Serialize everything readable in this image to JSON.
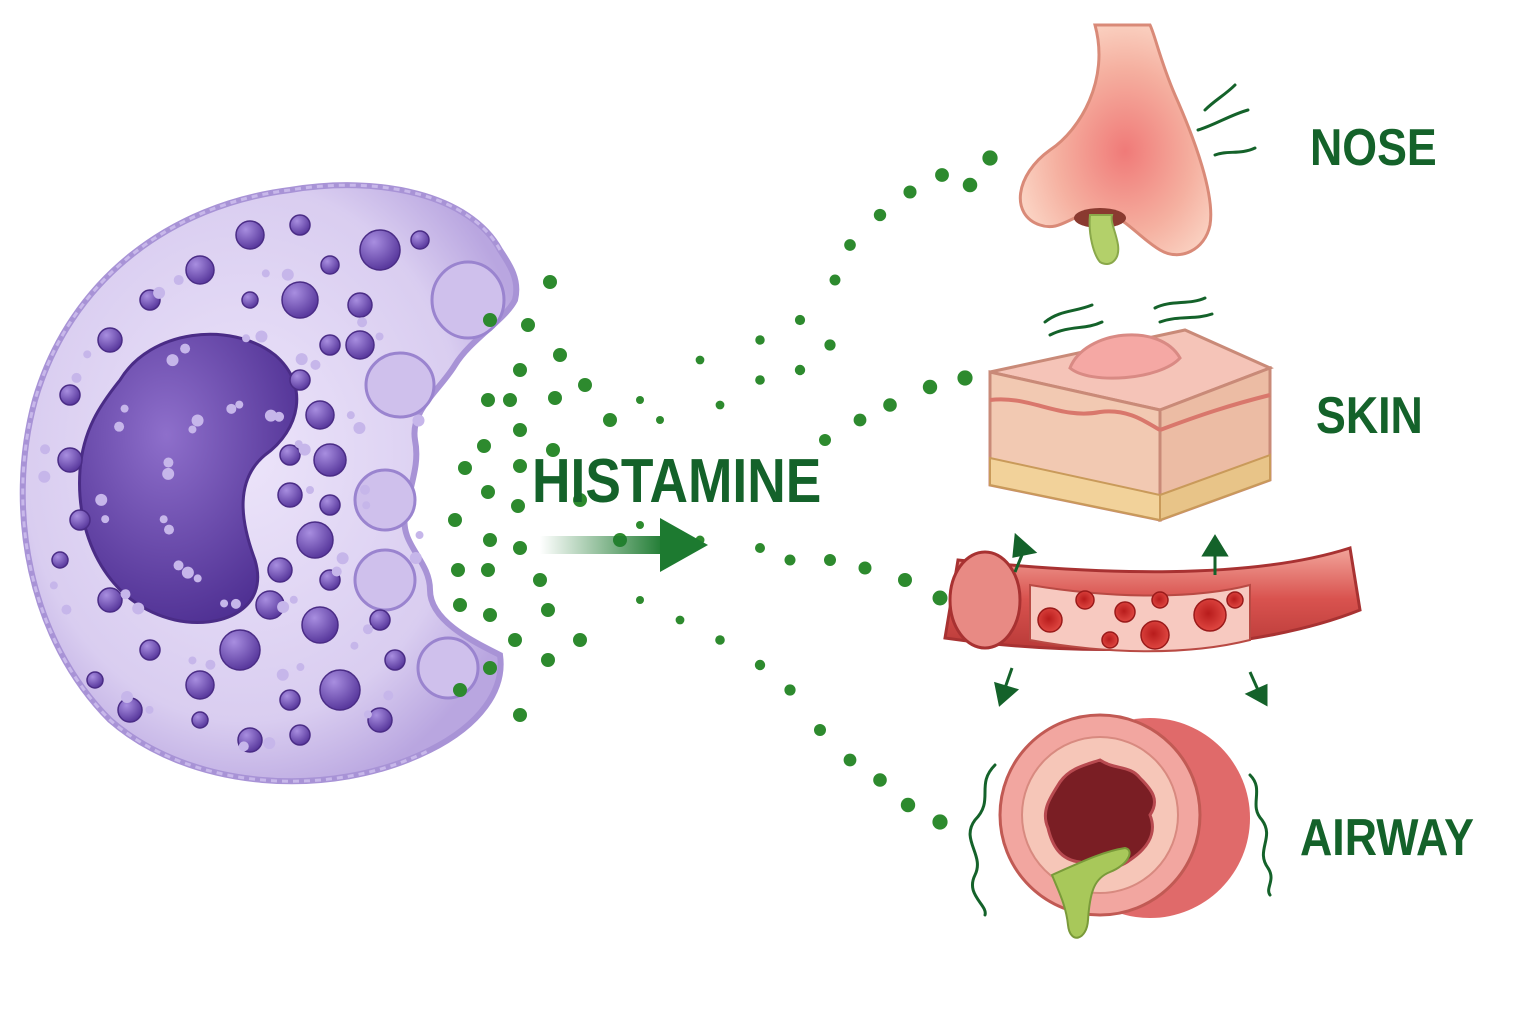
{
  "diagram": {
    "central_label": "HISTAMINE",
    "targets": [
      {
        "id": "nose",
        "label": "NOSE"
      },
      {
        "id": "skin",
        "label": "SKIN"
      },
      {
        "id": "vessel",
        "label": ""
      },
      {
        "id": "airway",
        "label": "AIRWAY"
      }
    ]
  },
  "colors": {
    "label_green": "#14622a",
    "histamine_dot": "#2d8a2e",
    "cell_body": "#d9cdf0",
    "granule": "#7a5cb8",
    "nucleus": "#6a4aa8",
    "tissue_pink": "#f2b8a8",
    "vessel_red": "#d9534f",
    "mucus": "#a8c85a"
  },
  "icons": [
    "mast-cell-icon",
    "nose-icon",
    "skin-block-icon",
    "blood-vessel-icon",
    "airway-icon",
    "arrow-right-icon"
  ]
}
